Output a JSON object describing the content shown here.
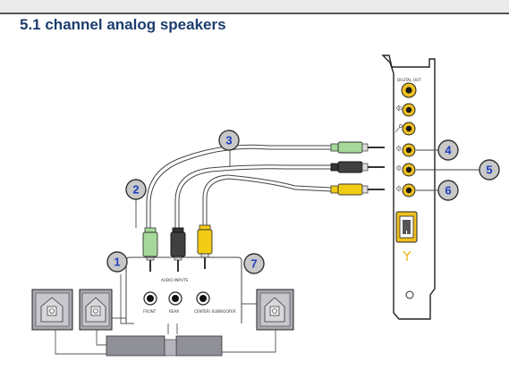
{
  "page": {
    "title": "5.1 channel analog speakers"
  },
  "card": {
    "digital_out_label": "DIGITAL OUT"
  },
  "audio_inputs": {
    "heading": "AUDIO INPUTS",
    "front_label": "FRONT",
    "rear_label": "REAR",
    "center_label": "CENTER/ SUBWOOFER"
  },
  "callouts": [
    "1",
    "2",
    "3",
    "4",
    "5",
    "6",
    "7"
  ],
  "colors": {
    "title": "#1d3d6e",
    "callout_text": "#1e3dbe",
    "front_plug": "#a6d89a",
    "rear_plug": "#333333",
    "center_plug": "#f2cc14",
    "jack_ring": "#f0c020"
  }
}
